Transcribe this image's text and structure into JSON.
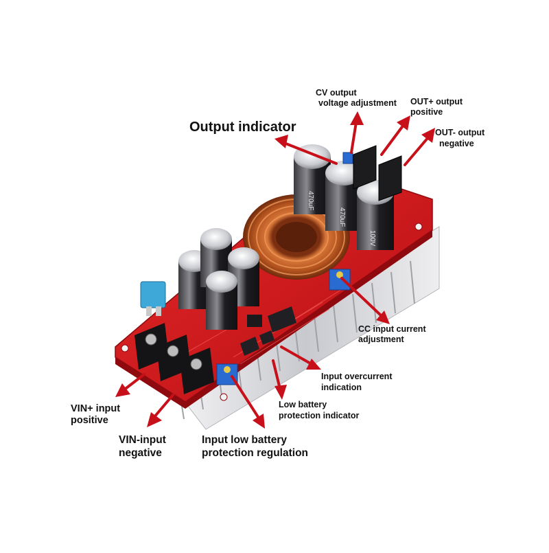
{
  "labels": {
    "output_indicator": "Output indicator",
    "cv_output_1": "CV output",
    "cv_output_2": "voltage adjustment",
    "out_pos_1": "OUT+ output",
    "out_pos_2": "positive",
    "out_neg_1": "OUT- output",
    "out_neg_2": "negative",
    "cc_input_1": "CC input current",
    "cc_input_2": "adjustment",
    "overcurrent_1": "Input overcurrent",
    "overcurrent_2": "indication",
    "low_batt_ind_1": "Low battery",
    "low_batt_ind_2": "protection indicator",
    "vin_pos_1": "VIN+ input",
    "vin_pos_2": "positive",
    "vin_neg_1": "VIN-input",
    "vin_neg_2": "negative",
    "low_batt_reg_1": "Input low battery",
    "low_batt_reg_2": "protection regulation"
  },
  "board": {
    "cap_marking": "470uF",
    "cap_voltage": "100V"
  },
  "colors": {
    "arrow": "#c8101a",
    "pcb": "#d8151c",
    "heatsink": "#dcdde2"
  }
}
